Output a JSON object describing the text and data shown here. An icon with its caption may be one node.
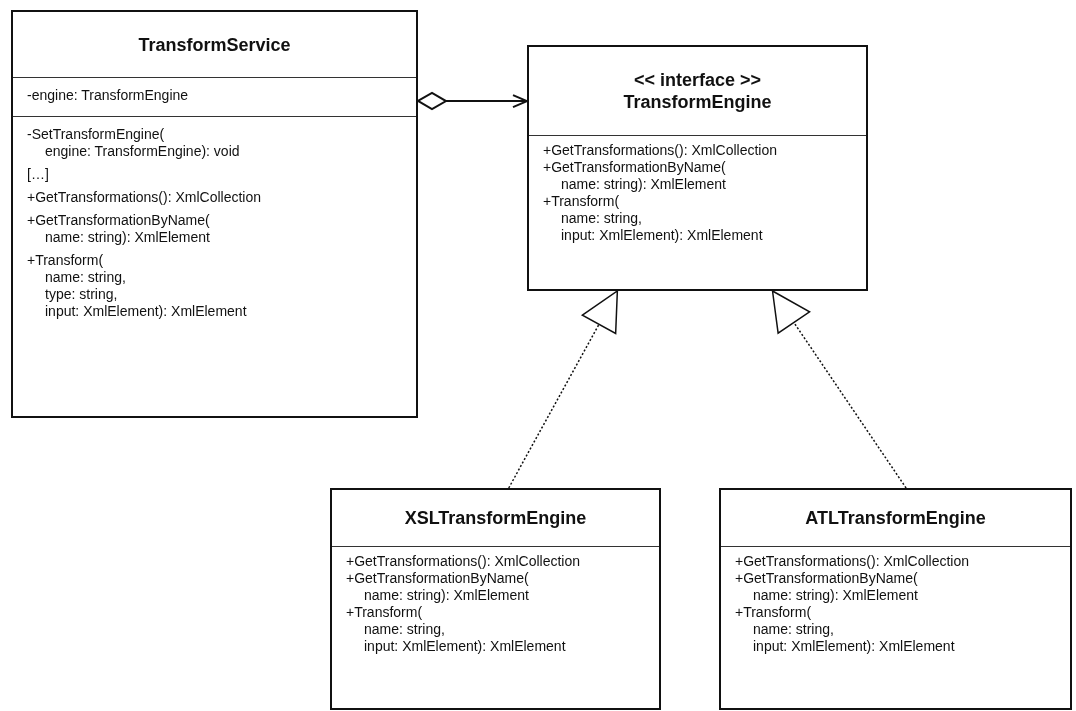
{
  "diagram": {
    "nodes": [
      {
        "text": [
          "TransformService",
          "-engine: TransformEngine",
          "-SetTransformEngine( engine: TransformEngine): void",
          "[…]",
          "+GetTransformations(): XmlCollection",
          "+GetTransformationByName( name: string): XmlElement",
          "+Transform( name: string, type: string, input: XmlElement): XmlElement"
        ]
      },
      {
        "text": [
          "<< interface >>",
          "TransformEngine",
          "+GetTransformations(): XmlCollection",
          "+GetTransformationByName( name: string): XmlElement",
          "+Transform( name: string, input: XmlElement): XmlElement"
        ]
      },
      {
        "text": [
          "XSLTransformEngine",
          "+GetTransformations(): XmlCollection",
          "+GetTransformationByName( name: string): XmlElement",
          "+Transform( name: string, input: XmlElement): XmlElement"
        ]
      },
      {
        "text": [
          "ATLTransformEngine",
          "+GetTransformations(): XmlCollection",
          "+GetTransformationByName( name: string): XmlElement",
          "+Transform( name: string, input: XmlElement): XmlElement"
        ]
      }
    ],
    "edges": [
      {
        "from": 0,
        "to": 1,
        "arrow": "to"
      },
      {
        "from": 2,
        "to": 1,
        "arrow": "to",
        "style": "dashed"
      },
      {
        "from": 3,
        "to": 1,
        "arrow": "to",
        "style": "dashed"
      }
    ]
  }
}
